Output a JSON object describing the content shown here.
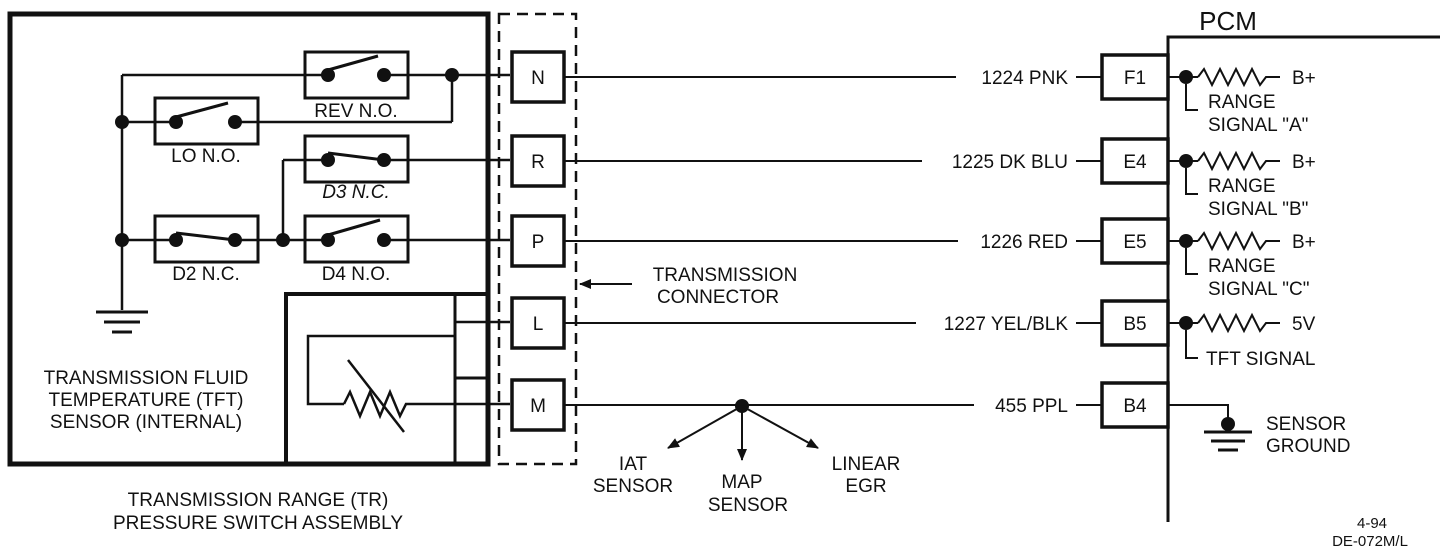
{
  "labels": {
    "pcm": "PCM",
    "tr_assembly_line1": "TRANSMISSION RANGE (TR)",
    "tr_assembly_line2": "PRESSURE SWITCH ASSEMBLY",
    "tft_line1": "TRANSMISSION FLUID",
    "tft_line2": "TEMPERATURE (TFT)",
    "tft_line3": "SENSOR (INTERNAL)",
    "connector_line1": "TRANSMISSION",
    "connector_line2": "CONNECTOR",
    "figure_date": "4-94",
    "figure_id": "DE-072M/L"
  },
  "switches": [
    {
      "id": "rev",
      "label": "REV N.O."
    },
    {
      "id": "lo",
      "label": "LO N.O."
    },
    {
      "id": "d3",
      "label": "D3 N.C."
    },
    {
      "id": "d2",
      "label": "D2 N.C."
    },
    {
      "id": "d4",
      "label": "D4 N.O."
    }
  ],
  "connector_pins": [
    "N",
    "R",
    "P",
    "L",
    "M"
  ],
  "wires": [
    "1224 PNK",
    "1225 DK BLU",
    "1226 RED",
    "1227 YEL/BLK",
    "455 PPL"
  ],
  "pcm_pins": [
    "F1",
    "E4",
    "E5",
    "B5",
    "B4"
  ],
  "pcm_circuits": [
    {
      "supply": "B+",
      "signal_line1": "RANGE",
      "signal_line2": "SIGNAL \"A\""
    },
    {
      "supply": "B+",
      "signal_line1": "RANGE",
      "signal_line2": "SIGNAL \"B\""
    },
    {
      "supply": "B+",
      "signal_line1": "RANGE",
      "signal_line2": "SIGNAL \"C\""
    },
    {
      "supply": "5V",
      "signal_line1": "TFT SIGNAL",
      "signal_line2": ""
    },
    {
      "supply": "",
      "signal_line1": "SENSOR",
      "signal_line2": "GROUND"
    }
  ],
  "ground_branches": [
    {
      "line1": "IAT",
      "line2": "SENSOR"
    },
    {
      "line1": "MAP",
      "line2": "SENSOR"
    },
    {
      "line1": "LINEAR",
      "line2": "EGR"
    }
  ]
}
